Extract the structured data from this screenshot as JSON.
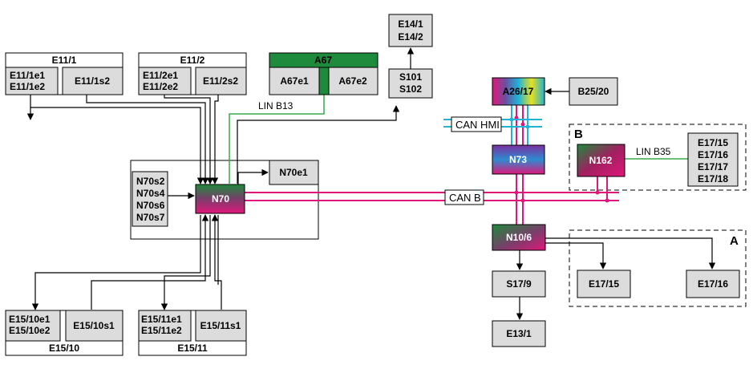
{
  "groups": {
    "e11_1": {
      "title": "E11/1",
      "left": [
        "E11/1e1",
        "E11/1e2"
      ],
      "right": "E11/1s2"
    },
    "e11_2": {
      "title": "E11/2",
      "left": [
        "E11/2e1",
        "E11/2e2"
      ],
      "right": "E11/2s2"
    },
    "a67": {
      "title": "A67",
      "left": "A67e1",
      "right": "A67e2"
    },
    "e15_10": {
      "title": "E15/10",
      "left": [
        "E15/10e1",
        "E15/10e2"
      ],
      "right": "E15/10s1"
    },
    "e15_11": {
      "title": "E15/11",
      "left": [
        "E15/11e1",
        "E15/11e2"
      ],
      "right": "E15/11s1"
    }
  },
  "nodes": {
    "s101": [
      "S101",
      "S102"
    ],
    "e14": [
      "E14/1",
      "E14/2"
    ],
    "n70s": [
      "N70s2",
      "N70s4",
      "N70s6",
      "N70s7"
    ],
    "n70": "N70",
    "n70e1": "N70e1",
    "a26": "A26/17",
    "b25": "B25/20",
    "n73": "N73",
    "n10": "N10/6",
    "s17": "S17/9",
    "e13": "E13/1",
    "n162": "N162",
    "e17_list": [
      "E17/15",
      "E17/16",
      "E17/17",
      "E17/18"
    ],
    "e17_15": "E17/15",
    "e17_16": "E17/16"
  },
  "buses": {
    "lin_b13": "LIN B13",
    "can_hmi": "CAN HMI",
    "can_b": "CAN B",
    "lin_b35": "LIN B35"
  },
  "regions": {
    "a": "A",
    "b": "B"
  },
  "colors": {
    "can_b": "#e0177a",
    "can_hmi": "#1fb3d6",
    "lin": "#3aa84a",
    "module_green": "#1e8a3c",
    "box_gray": "#dcdcdc"
  }
}
